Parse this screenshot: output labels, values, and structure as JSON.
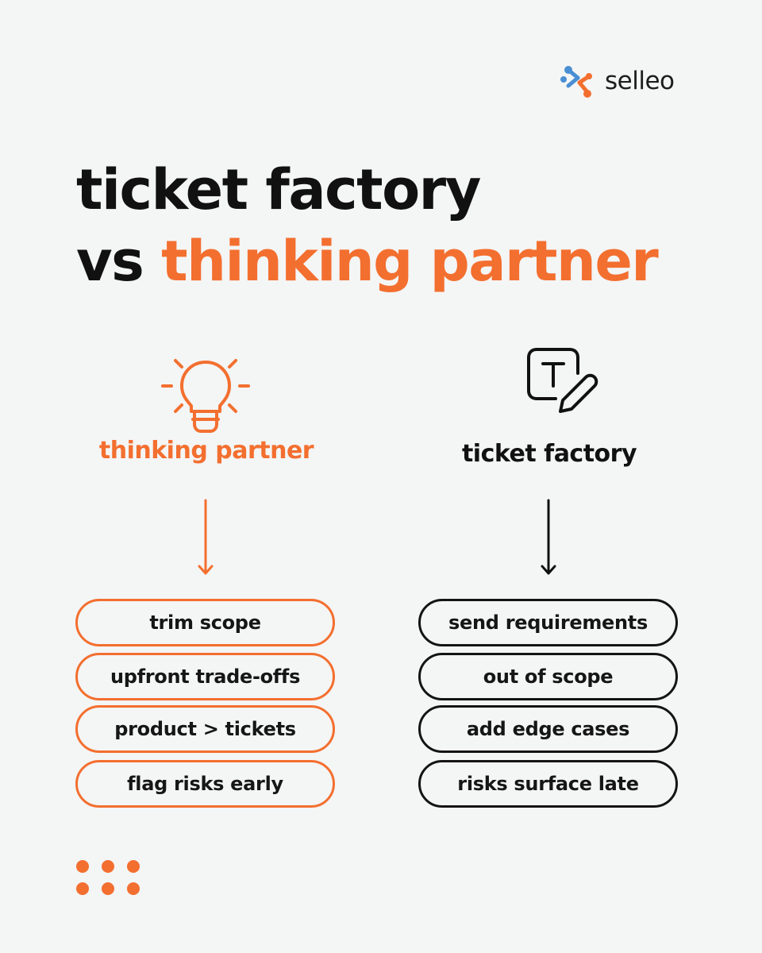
{
  "brand": {
    "name": "selleo",
    "icon": "selleo-logo-icon",
    "colors": {
      "blue": "#4a8fd4",
      "orange": "#f36f2f"
    }
  },
  "headline": {
    "line1": "ticket factory",
    "line2_prefix": "vs",
    "line2_accent": "thinking partner"
  },
  "colors": {
    "accent": "#f36f2f",
    "text": "#121212",
    "background": "#f4f5f5"
  },
  "columns": {
    "left": {
      "icon": "lightbulb-icon",
      "title": "thinking partner",
      "items": [
        "trim scope",
        "upfront trade-offs",
        "product > tickets",
        "flag risks early"
      ]
    },
    "right": {
      "icon": "text-edit-icon",
      "title": "ticket factory",
      "items": [
        "send requirements",
        "out of scope",
        "add edge cases",
        "risks surface late"
      ]
    }
  },
  "decoration": {
    "dots_icon": "dot-grid-icon"
  }
}
